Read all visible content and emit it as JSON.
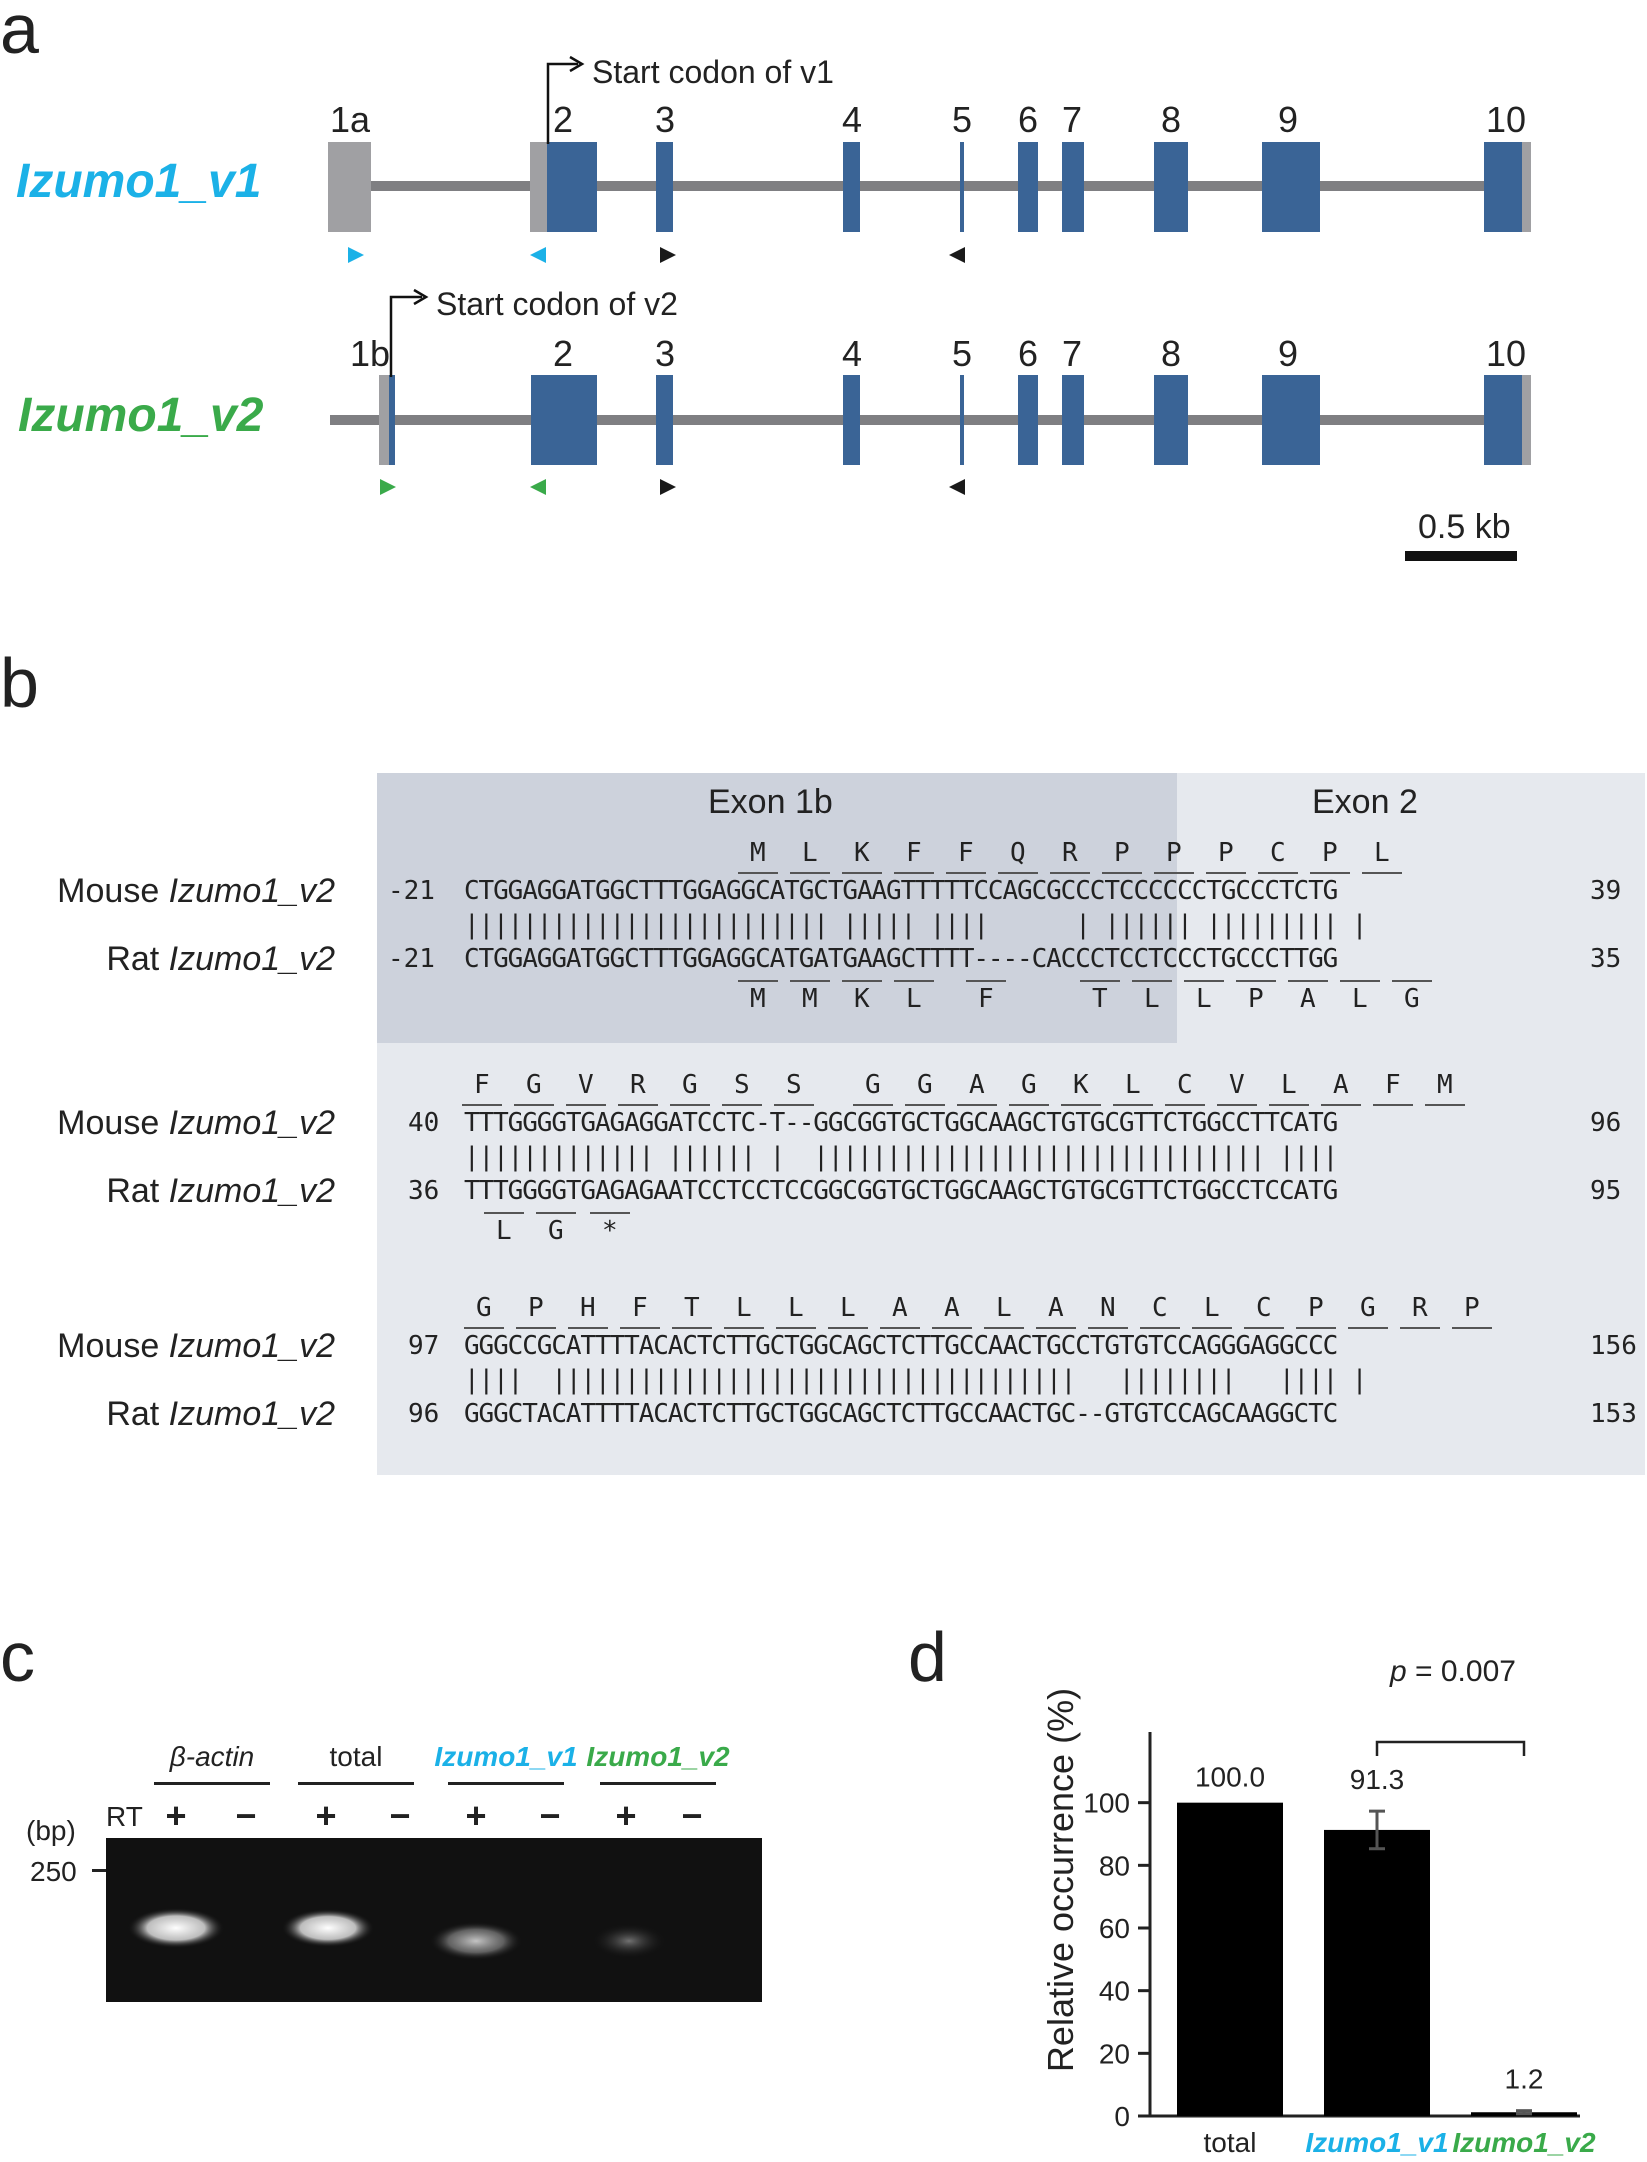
{
  "panel_labels": {
    "a": "a",
    "b": "b",
    "c": "c",
    "d": "d"
  },
  "panel_a": {
    "variants": [
      {
        "name": "Izumo1_v1",
        "color": "#1bb1e7",
        "start_label": "Start codon of v1",
        "exons": [
          "1a",
          "2",
          "3",
          "4",
          "5",
          "6",
          "7",
          "8",
          "9",
          "10"
        ]
      },
      {
        "name": "Izumo1_v2",
        "color": "#3aaa4a",
        "start_label": "Start codon of v2",
        "exons": [
          "1b",
          "2",
          "3",
          "4",
          "5",
          "6",
          "7",
          "8",
          "9",
          "10"
        ]
      }
    ],
    "scale_bar": "0.5 kb",
    "colors": {
      "coding_exon": "#3a6496",
      "noncoding_exon": "#a0a0a3",
      "intron": "#7f7f82",
      "primer_generic": "#1a1a1a"
    }
  },
  "panel_b": {
    "exon_headers": [
      "Exon 1b",
      "Exon 2"
    ],
    "blocks": [
      {
        "mouse_label_prefix": "Mouse ",
        "rat_label_prefix": "Rat ",
        "gene": "Izumo1_v2",
        "mouse_aa": [
          "M",
          "L",
          "K",
          "F",
          "F",
          "Q",
          "R",
          "P",
          "P",
          "P",
          "C",
          "P",
          "L"
        ],
        "mouse_start": "-21",
        "mouse_seq": "CTGGAGGATGGCTTTGGAGGCATGCTGAAGTTTTTCCAGCGCCCTCCCCCCTGCCCTCTG",
        "mouse_end": "39",
        "match": "||||||||||||||||||||||||| ||||| ||||      | |||||| ||||||||| |",
        "rat_start": "-21",
        "rat_seq": "CTGGAGGATGGCTTTGGAGGCATGATGAAGCTTTT----CACCCTCCTCCCTGCCCTTGG",
        "rat_end": "35",
        "rat_aa": [
          "M",
          "M",
          "K",
          "L",
          "F",
          "T",
          "L",
          "L",
          "P",
          "A",
          "L",
          "G"
        ]
      },
      {
        "mouse_label_prefix": "Mouse ",
        "rat_label_prefix": "Rat ",
        "gene": "Izumo1_v2",
        "mouse_aa": [
          "F",
          "G",
          "V",
          "R",
          "G",
          "S",
          "S",
          "G",
          "G",
          "A",
          "G",
          "K",
          "L",
          "C",
          "V",
          "L",
          "A",
          "F",
          "M"
        ],
        "mouse_start": "40",
        "mouse_seq": "TTTGGGGTGAGAGGATCCTC-T--GGCGGTGCTGGCAAGCTGTGCGTTCTGGCCTTCATG",
        "mouse_end": "96",
        "match": "||||||||||||| |||||| |  ||||||||||||||||||||||||||||||| ||||",
        "rat_start": "36",
        "rat_seq": "TTTGGGGTGAGAGAATCCTCCTCCGGCGGTGCTGGCAAGCTGTGCGTTCTGGCCTCCATG",
        "rat_end": "95",
        "rat_aa": [
          "L",
          "G",
          "*"
        ]
      },
      {
        "mouse_label_prefix": "Mouse ",
        "rat_label_prefix": "Rat ",
        "gene": "Izumo1_v2",
        "mouse_aa": [
          "G",
          "P",
          "H",
          "F",
          "T",
          "L",
          "L",
          "L",
          "A",
          "A",
          "L",
          "A",
          "N",
          "C",
          "L",
          "C",
          "P",
          "G",
          "R",
          "P"
        ],
        "mouse_start": "97",
        "mouse_seq": "GGGCCGCATTTTACACTCTTGCTGGCAGCTCTTGCCAACTGCCTGTGTCCAGGGAGGCCC",
        "mouse_end": "156",
        "match": "||||  ||||||||||||||||||||||||||||||||||||   ||||||||   |||| |",
        "rat_start": "96",
        "rat_seq": "GGGCTACATTTTACACTCTTGCTGGCAGCTCTTGCCAACTGC--GTGTCCAGCAAGGCTC",
        "rat_end": "153",
        "rat_aa": []
      }
    ]
  },
  "panel_c": {
    "lane_groups": [
      "β-actin",
      "total",
      "Izumo1_v1",
      "Izumo1_v2"
    ],
    "rt_label": "RT",
    "rt_signs": [
      "+",
      "−",
      "+",
      "−",
      "+",
      "−",
      "+",
      "−"
    ],
    "size_unit": "(bp)",
    "size_marker": "250"
  },
  "chart_data": {
    "type": "bar",
    "categories": [
      "total",
      "Izumo1_v1",
      "Izumo1_v2"
    ],
    "category_colors": [
      "#222222",
      "#1bb1e7",
      "#3aaa4a"
    ],
    "values": [
      100.0,
      91.3,
      1.2
    ],
    "value_labels": [
      "100.0",
      "91.3",
      "1.2"
    ],
    "error": [
      0,
      6,
      0.5
    ],
    "ylabel": "Relative occurrence (%)",
    "yticks": [
      0,
      20,
      40,
      60,
      80,
      100
    ],
    "ylim": [
      0,
      120
    ],
    "p_label_prefix": "p",
    "p_label_value": " = 0.007",
    "bar_color": "#000000"
  }
}
